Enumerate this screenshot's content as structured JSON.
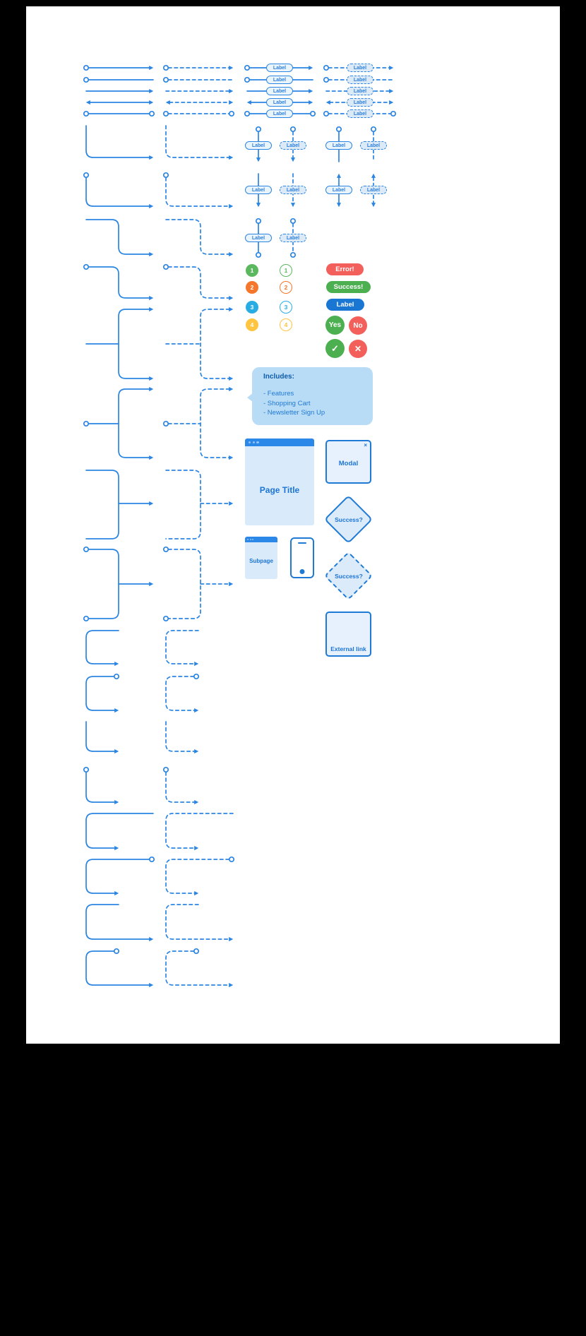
{
  "labels": {
    "connector": "Label"
  },
  "steps": {
    "filled": [
      "1",
      "2",
      "3",
      "4"
    ],
    "outlined": [
      "1",
      "2",
      "3",
      "4"
    ]
  },
  "badges": {
    "error": "Error!",
    "success": "Success!",
    "label": "Label",
    "yes": "Yes",
    "no": "No"
  },
  "icons": {
    "check": "✓",
    "cross": "✕",
    "modal_close": "×",
    "external_arrow": "arrow-up-right"
  },
  "callout": {
    "title": "Includes:",
    "items": [
      "- Features",
      "- Shopping Cart",
      "- Newsletter Sign Up"
    ]
  },
  "mockups": {
    "page_title": "Page Title",
    "modal": "Modal",
    "decision": "Success?",
    "decision_dashed": "Success?",
    "subpage": "Subpage",
    "external_link": "External link"
  },
  "colors": {
    "line_blue": "#2B85E2",
    "text_blue": "#1B74D6",
    "dark_blue": "#0E5BA8",
    "fill_light": "#DCEBFA",
    "fill_lighter": "#E7F1FD",
    "callout_fill": "#B9DCF6",
    "red": "#F3605C",
    "green": "#4CAF50",
    "step_green": "#5CB85E",
    "orange": "#F4772C",
    "light_blue": "#29ACE3",
    "amber": "#FFC440",
    "badge_blue": "#1976D2"
  }
}
